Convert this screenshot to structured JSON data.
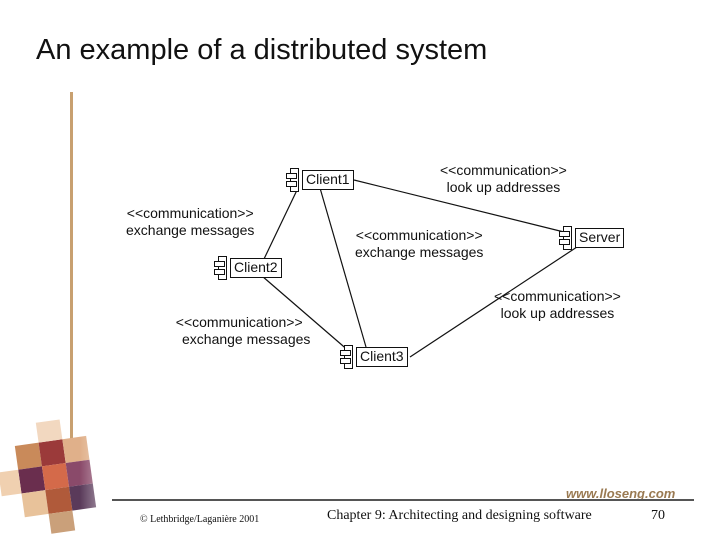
{
  "title": "An example of a distributed system",
  "nodes": {
    "client1": "Client1",
    "client2": "Client2",
    "client3": "Client3",
    "server": "Server"
  },
  "edges": {
    "client1_server": [
      "<<communication>>",
      "look up addresses"
    ],
    "client1_client2": [
      "<<communication>>",
      "exchange messages"
    ],
    "client1_client3": [
      "<<communication>>",
      "exchange messages"
    ],
    "client2_client3": [
      "<<communication>>",
      "exchange messages"
    ],
    "server_client3": [
      "<<communication>>",
      "look up addresses"
    ]
  },
  "footer": {
    "copyright": "© Lethbridge/Laganière 2001",
    "chapter": "Chapter 9: Architecting and designing software",
    "page": "70",
    "url": "www.lloseng.com"
  },
  "colors": {
    "accent": "#c8a070",
    "url": "#9a7a52"
  }
}
